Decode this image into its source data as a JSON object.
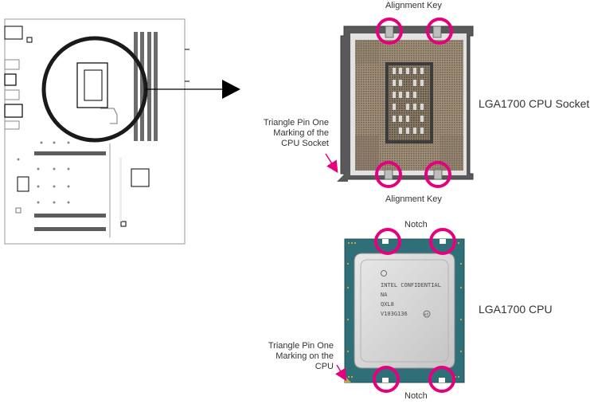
{
  "socket": {
    "alignment_key_top": "Alignment Key",
    "alignment_key_bottom": "Alignment Key",
    "title": "LGA1700 CPU Socket",
    "pin_one_lines": [
      "Triangle Pin One",
      "Marking of the",
      "CPU Socket"
    ]
  },
  "cpu": {
    "notch_top": "Notch",
    "notch_bottom": "Notch",
    "title": "LGA1700 CPU",
    "pin_one_lines": [
      "Triangle Pin One",
      "Marking on the",
      "CPU"
    ],
    "markings": [
      "INTEL CONFIDENTIAL",
      "NA",
      "QXL8",
      "V103G136"
    ],
    "mark_badge": "e4"
  },
  "colors": {
    "highlight": "#e5007e",
    "socket_frame": "#5a5a5a",
    "substrate": "#2f6f78",
    "ihs": "#dcdcdc",
    "line": "#000000"
  }
}
